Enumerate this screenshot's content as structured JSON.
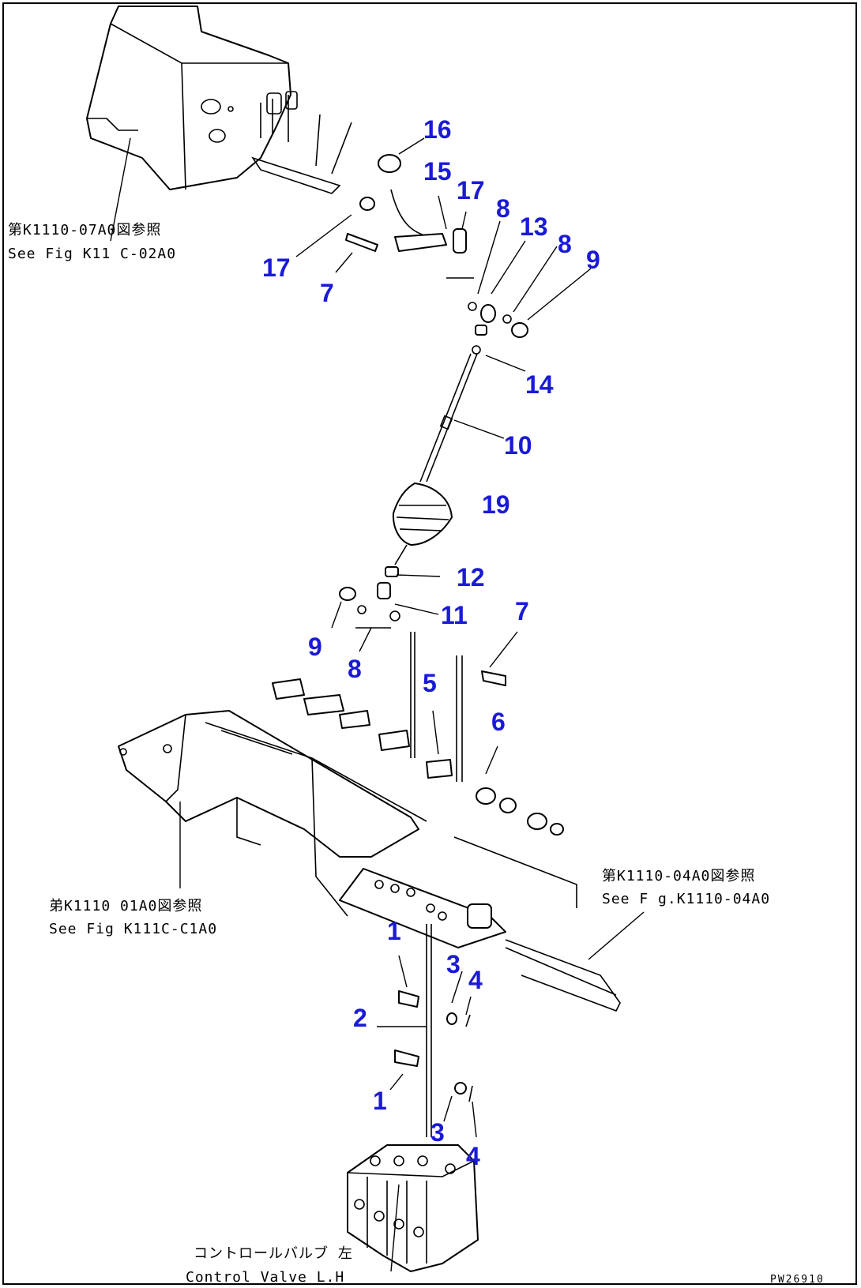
{
  "figure_code": "PW26910",
  "callouts": [
    {
      "id": "c16a",
      "label": "16"
    },
    {
      "id": "c15",
      "label": "15"
    },
    {
      "id": "c17a",
      "label": "17"
    },
    {
      "id": "c8a",
      "label": "8"
    },
    {
      "id": "c13",
      "label": "13"
    },
    {
      "id": "c8b",
      "label": "8"
    },
    {
      "id": "c9a",
      "label": "9"
    },
    {
      "id": "c17b",
      "label": "17"
    },
    {
      "id": "c7a",
      "label": "7"
    },
    {
      "id": "c14",
      "label": "14"
    },
    {
      "id": "c10",
      "label": "10"
    },
    {
      "id": "c19",
      "label": "19"
    },
    {
      "id": "c12",
      "label": "12"
    },
    {
      "id": "c11",
      "label": "11"
    },
    {
      "id": "c7b",
      "label": "7"
    },
    {
      "id": "c9b",
      "label": "9"
    },
    {
      "id": "c8c",
      "label": "8"
    },
    {
      "id": "c5",
      "label": "5"
    },
    {
      "id": "c6",
      "label": "6"
    },
    {
      "id": "c1a",
      "label": "1"
    },
    {
      "id": "c3a",
      "label": "3"
    },
    {
      "id": "c4a",
      "label": "4"
    },
    {
      "id": "c2",
      "label": "2"
    },
    {
      "id": "c1b",
      "label": "1"
    },
    {
      "id": "c3b",
      "label": "3"
    },
    {
      "id": "c4b",
      "label": "4"
    }
  ],
  "references": [
    {
      "id": "ref_top",
      "jp": "第K1110-07A0図参照",
      "en": "See Fig K11 C-02A0"
    },
    {
      "id": "ref_mid",
      "jp": "弟K1110 01A0図参照",
      "en": "See Fig K111C-C1A0"
    },
    {
      "id": "ref_right",
      "jp": "第K1110-04A0図参照",
      "en": "See F g.K1110-04A0"
    },
    {
      "id": "ref_valve",
      "jp": "コントロールバルブ 左",
      "en": "Control Valve L.H"
    }
  ]
}
